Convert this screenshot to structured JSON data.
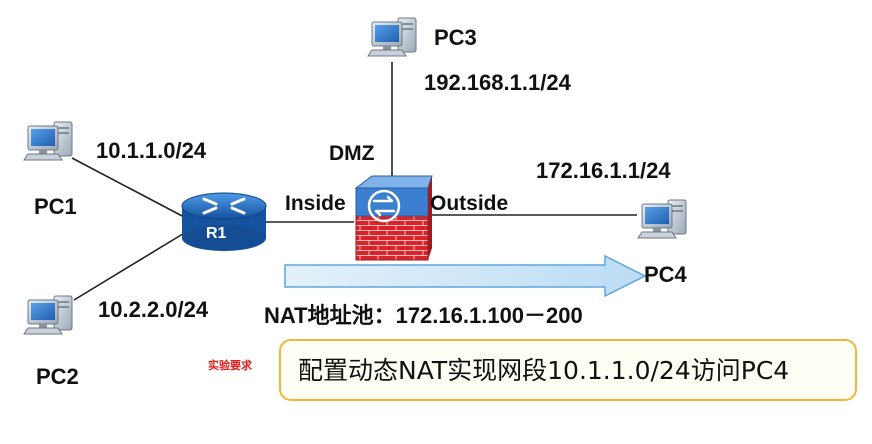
{
  "nodes": {
    "pc1": {
      "label": "PC1",
      "network": "10.1.1.0/24"
    },
    "pc2": {
      "label": "PC2",
      "network": "10.2.2.0/24"
    },
    "pc3": {
      "label": "PC3",
      "network": "192.168.1.1/24"
    },
    "pc4": {
      "label": "PC4",
      "network": "172.16.1.1/24"
    },
    "router": {
      "label": "R1"
    }
  },
  "zones": {
    "dmz": "DMZ",
    "inside": "Inside",
    "outside": "Outside"
  },
  "nat_pool": "NAT地址池：172.16.1.100－200",
  "requirement": {
    "tag": "实验要求",
    "text": "配置动态NAT实现网段10.1.1.0/24访问PC4"
  },
  "colors": {
    "router": "#1f6fc2",
    "firewall_brick": "#d9232b",
    "firewall_top": "#3a7fd0",
    "arrow": "#cfe6f8",
    "arrow_border": "#5ea7e0",
    "box_border": "#f2b43a",
    "note": "#e02020"
  }
}
